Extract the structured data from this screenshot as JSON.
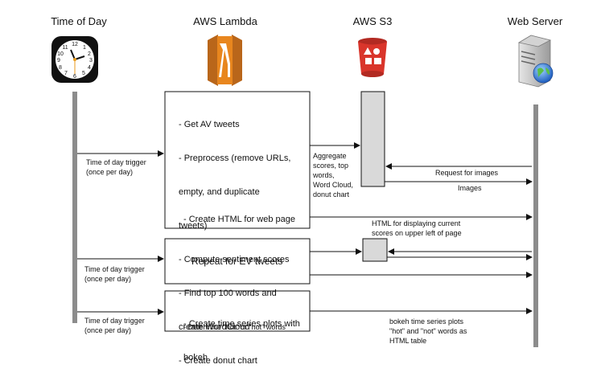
{
  "headers": {
    "time_of_day": "Time of Day",
    "aws_lambda": "AWS Lambda",
    "aws_s3": "AWS S3",
    "web_server": "Web Server"
  },
  "icons": {
    "clock": "clock-icon",
    "lambda": "aws-lambda-icon",
    "s3": "aws-s3-bucket-icon",
    "server": "web-server-icon"
  },
  "colors": {
    "lambda_orange": "#E8861E",
    "s3_red": "#D9352B",
    "lifeline_gray": "#8c8c8c",
    "s3_box_fill": "#d9d9d9"
  },
  "triggers": [
    {
      "line1": "Time of day trigger",
      "line2": "(once per day)"
    },
    {
      "line1": "Time of day trigger",
      "line2": "(once per day)"
    },
    {
      "line1": "Time of day trigger",
      "line2": "(once per day)"
    }
  ],
  "lambda_boxes": {
    "av": {
      "lines": [
        "- Get AV tweets",
        "- Preprocess (remove URLs,",
        "  empty, and duplicate",
        "  tweets)",
        "- Compute sentiment scores",
        "- Find top 100 words and",
        "  create WordCloud",
        "- Create donut chart"
      ],
      "html_line": "- Create HTML for web page"
    },
    "ev": {
      "text": "Repeat for EV tweets"
    },
    "ts": {
      "line1": "- Create time series plots with",
      "line2": "  bokeh",
      "line3": "- Determine \"hot\" or \"not\" words"
    }
  },
  "labels": {
    "aggregate": [
      "Aggregate",
      "scores, top",
      "words,",
      "Word Cloud,",
      "donut chart"
    ],
    "request_images": "Request for images",
    "images": "Images",
    "html_display": [
      "HTML for displaying current",
      "scores on upper left of page"
    ],
    "bokeh": [
      "bokeh time series plots",
      "\"hot\" and \"not\" words as",
      "HTML table"
    ]
  }
}
